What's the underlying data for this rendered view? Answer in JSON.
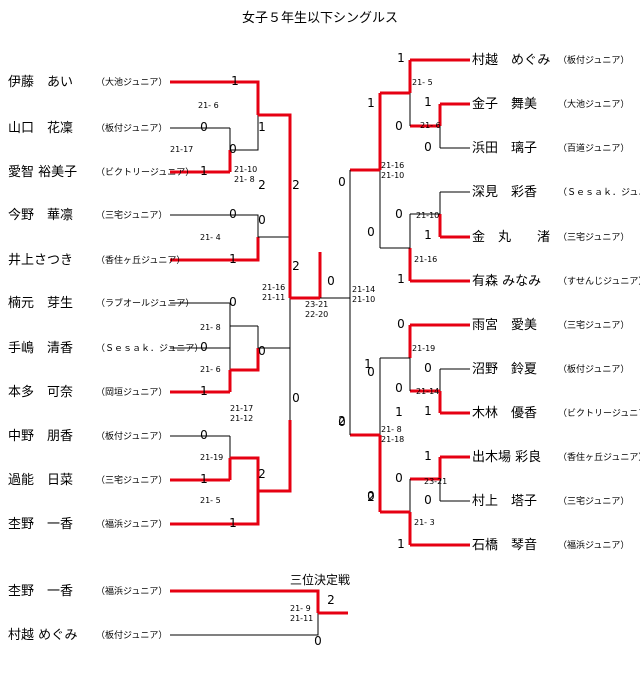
{
  "title": "女子５年生以下シングルス",
  "third_place_title": "三位決定戦",
  "left_players": [
    {
      "name": "伊藤　あい",
      "club": "（大池ジュニア）"
    },
    {
      "name": "山口　花凜",
      "club": "（板付ジュニア）"
    },
    {
      "name": "愛智 裕美子",
      "club": "（ビクトリージュニア）"
    },
    {
      "name": "今野　華凛",
      "club": "（三宅ジュニア）"
    },
    {
      "name": "井上さつき",
      "club": "（香住ヶ丘ジュニア）"
    },
    {
      "name": "楠元　芽生",
      "club": "（ラブオールジュニア）"
    },
    {
      "name": "手嶋　清香",
      "club": "（Ｓｅｓａｋ．ジュニア）"
    },
    {
      "name": "本多　可奈",
      "club": "（岡垣ジュニア）"
    },
    {
      "name": "中野　朋香",
      "club": "（板付ジュニア）"
    },
    {
      "name": "過能　日菜",
      "club": "（三宅ジュニア）"
    },
    {
      "name": "杢野　一香",
      "club": "（福浜ジュニア）"
    }
  ],
  "right_players": [
    {
      "name": "村越　めぐみ",
      "club": "（板付ジュニア）"
    },
    {
      "name": "金子　舞美",
      "club": "（大池ジュニア）"
    },
    {
      "name": "浜田　璃子",
      "club": "（百道ジュニア）"
    },
    {
      "name": "深見　彩香",
      "club": "（Ｓｅｓａｋ．ジュニア）"
    },
    {
      "name": "金　丸　　渚",
      "club": "（三宅ジュニア）"
    },
    {
      "name": "有森 みなみ",
      "club": "（すせんじジュニア）"
    },
    {
      "name": "雨宮　愛美",
      "club": "（三宅ジュニア）"
    },
    {
      "name": "沼野　鈴夏",
      "club": "（板付ジュニア）"
    },
    {
      "name": "木林　優香",
      "club": "（ビクトリージュニア）"
    },
    {
      "name": "出木場 彩良",
      "club": "（香住ヶ丘ジュニア）"
    },
    {
      "name": "村上　塔子",
      "club": "（三宅ジュニア）"
    },
    {
      "name": "石橋　琴音",
      "club": "（福浜ジュニア）"
    }
  ],
  "third_place_players": [
    {
      "name": "杢野　一香",
      "club": "（福浜ジュニア）"
    },
    {
      "name": "村越 めぐみ",
      "club": "（板付ジュニア）"
    }
  ],
  "win_loss_marks": [
    "1",
    "0",
    "1",
    "0",
    "1",
    "0",
    "0",
    "1",
    "0",
    "1",
    "1",
    "0",
    "1",
    "0",
    "2",
    "0",
    "2",
    "2",
    "0",
    "1",
    "1",
    "0",
    "0",
    "0",
    "1",
    "1",
    "0",
    "0",
    "0",
    "1",
    "1",
    "0",
    "0",
    "1",
    "1",
    "0",
    "0",
    "1",
    "0",
    "1",
    "0",
    "2",
    "2",
    "0",
    "2",
    "0",
    "2",
    "0"
  ],
  "scores": [
    "21- 6",
    "21-17",
    "21- 4",
    "21- 8",
    "21- 6",
    "21-19",
    "21- 5",
    "21-10\n21- 8",
    "21-17\n21-12",
    "21-16\n21-11",
    "23-21\n22-20",
    "21- 5",
    "21- 6",
    "21-10",
    "21-16",
    "21-19",
    "21-14",
    "23-21",
    "21- 3",
    "21-16\n21-10",
    "21- 8\n21-18",
    "21-14\n21-10",
    "21- 9\n21-11"
  ]
}
